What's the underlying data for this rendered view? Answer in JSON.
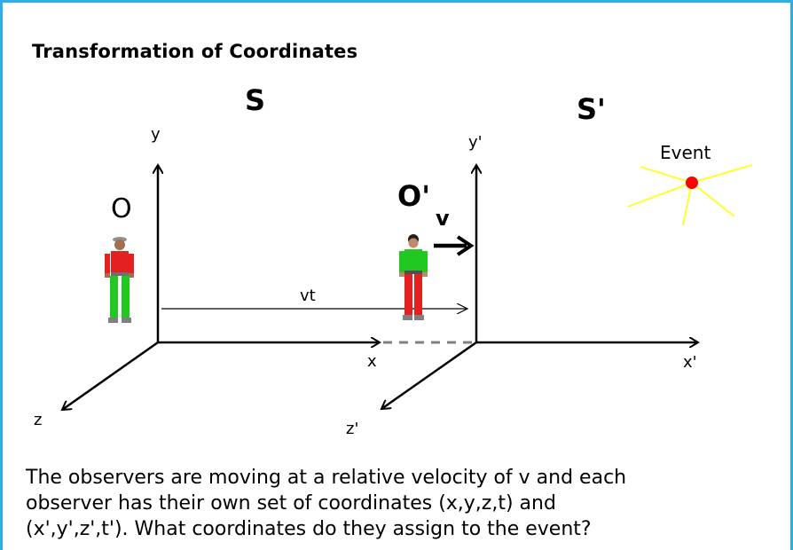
{
  "title": "Transformation of Coordinates",
  "frames": {
    "s_label": "S",
    "s_prime_label": "S'"
  },
  "observers": {
    "o_label": "O",
    "o_prime_label": "O'",
    "velocity_label": "v"
  },
  "axes": {
    "s": {
      "x": "x",
      "y": "y",
      "z": "z"
    },
    "s_prime": {
      "x": "x'",
      "y": "y'",
      "z": "z'"
    }
  },
  "displacement_label": "vt",
  "event_label": "Event",
  "caption": {
    "line1": "The observers are moving at a relative velocity of v and each",
    "line2": "observer has their own set of coordinates (x,y,z,t) and",
    "line3": "(x',y',z',t').  What coordinates do they assign to the event?"
  },
  "colors": {
    "border": "#2eaee6",
    "event_dot": "#ff0000",
    "event_rays": "#ffff00",
    "shirt_o": "#e52020",
    "pants_o": "#22c822",
    "shirt_o_prime": "#22c822",
    "pants_o_prime": "#e52020"
  }
}
